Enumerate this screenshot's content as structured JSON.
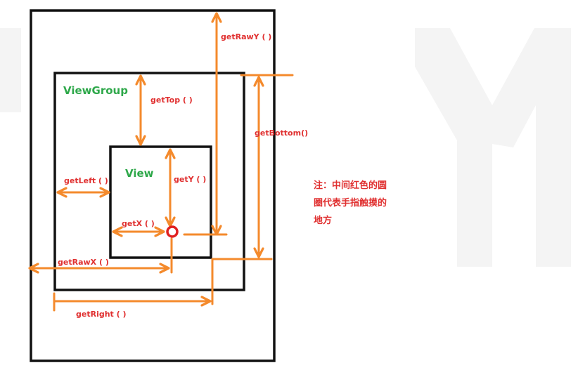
{
  "colors": {
    "frame": "#111111",
    "arrow": "#f48a2c",
    "label": "#e03030",
    "title": "#2ea84a",
    "touch": "#e02020",
    "watermark": "#f2f2f2"
  },
  "containers": {
    "viewgroup_title": "ViewGroup",
    "view_title": "View"
  },
  "labels": {
    "get_raw_y": "getRawY ( )",
    "get_top": "getTop ( )",
    "get_bottom": "getBottom()",
    "get_left": "getLeft ( )",
    "get_y": "getY ( )",
    "get_x": "getX ( )",
    "get_raw_x": "getRawX ( )",
    "get_right": "getRight ( )"
  },
  "note": {
    "line1": "注：中间红色的圆",
    "line2": "圈代表手指触摸的",
    "line3": "地方"
  }
}
